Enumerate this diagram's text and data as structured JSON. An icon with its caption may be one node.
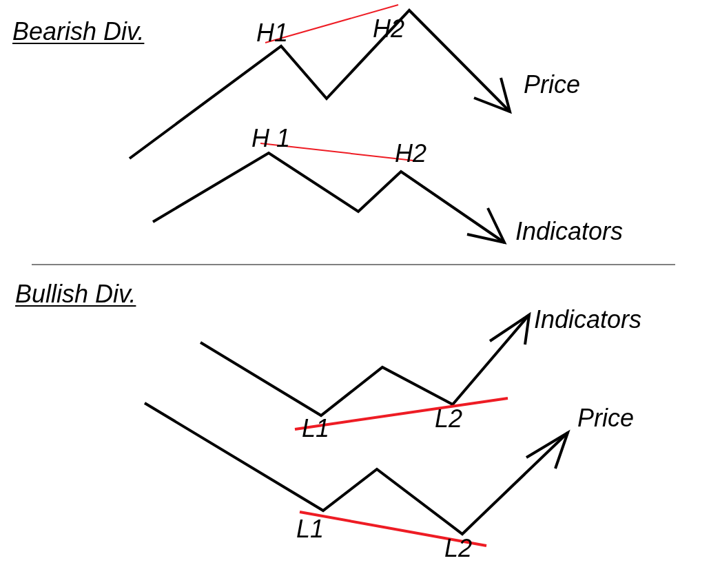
{
  "diagram": {
    "labels": [
      "Bearish Div.",
      "H1",
      "H2",
      "Price",
      "H 1",
      "H2",
      "Indicators",
      "Bullish Div.",
      "Indicators",
      "L1",
      "L2",
      "Price",
      "L1",
      "L2"
    ]
  }
}
